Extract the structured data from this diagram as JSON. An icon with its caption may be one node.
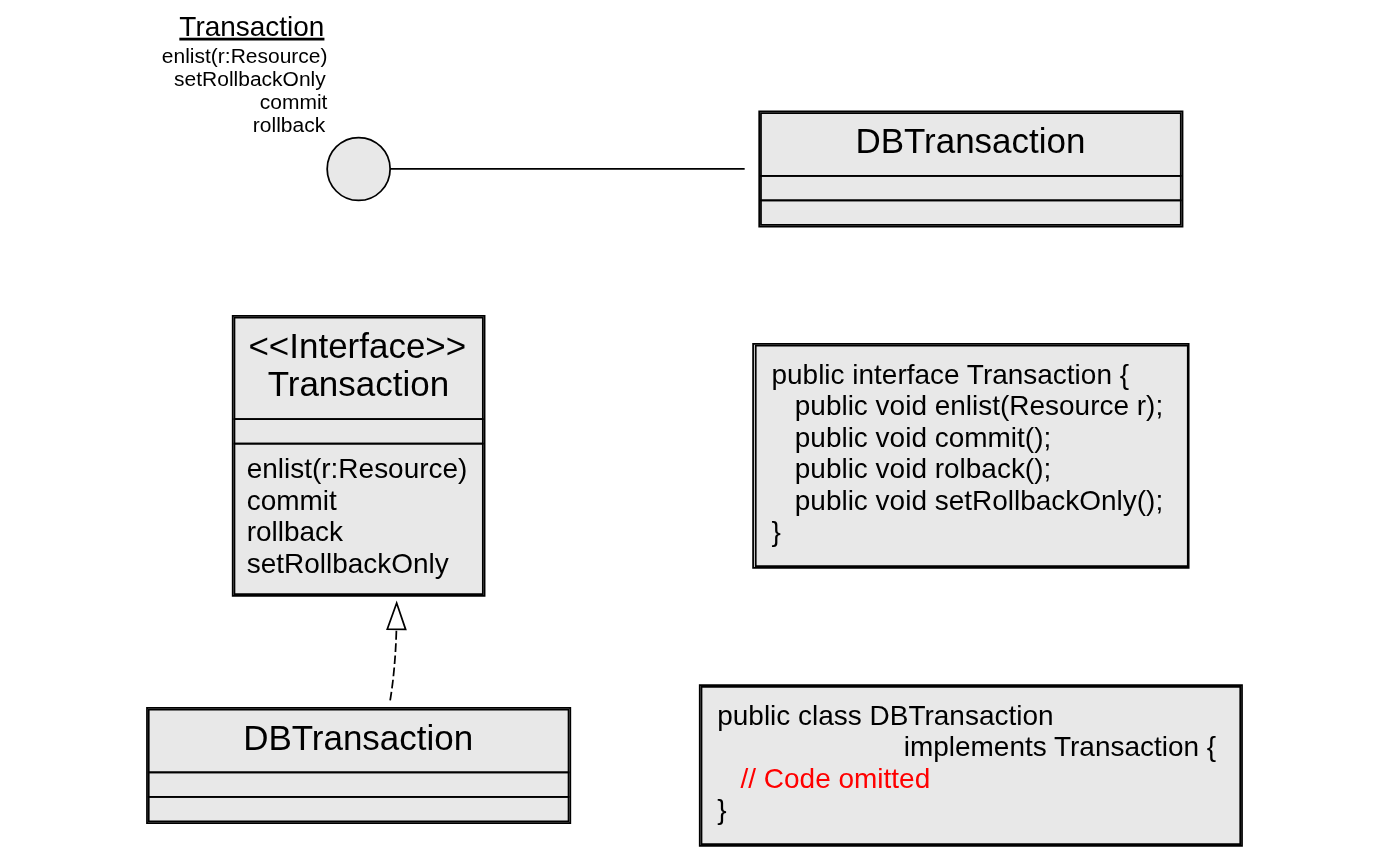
{
  "diagram": {
    "nodes": [
      {
        "text": [
          "<<Interface>>",
          "Transaction",
          "enlist(r:Resource)",
          "commit",
          "rollback",
          "setRollbackOnly"
        ]
      },
      {
        "text": [
          "DBTransaction"
        ]
      },
      {
        "text": [],
        "shape": "circle",
        "beside": [
          "Transaction",
          "enlist(r:Resource)",
          "setRollbackOnly",
          "commit",
          "rollback"
        ]
      },
      {
        "text": [
          "DBTransaction"
        ]
      },
      {
        "text": [
          "public interface Transaction {",
          "public void enlist(Resource r);",
          "public void commit();",
          "public void rolback();",
          "public void setRollbackOnly();",
          "}"
        ]
      },
      {
        "text": [
          "public class DBTransaction",
          "implements Transaction {",
          "// Code omitted",
          "}"
        ]
      }
    ],
    "edges": [
      {
        "from": 1,
        "to": 0,
        "arrow": "to",
        "style": "dashed"
      },
      {
        "from": 3,
        "to": 2,
        "arrow": "none"
      }
    ]
  }
}
